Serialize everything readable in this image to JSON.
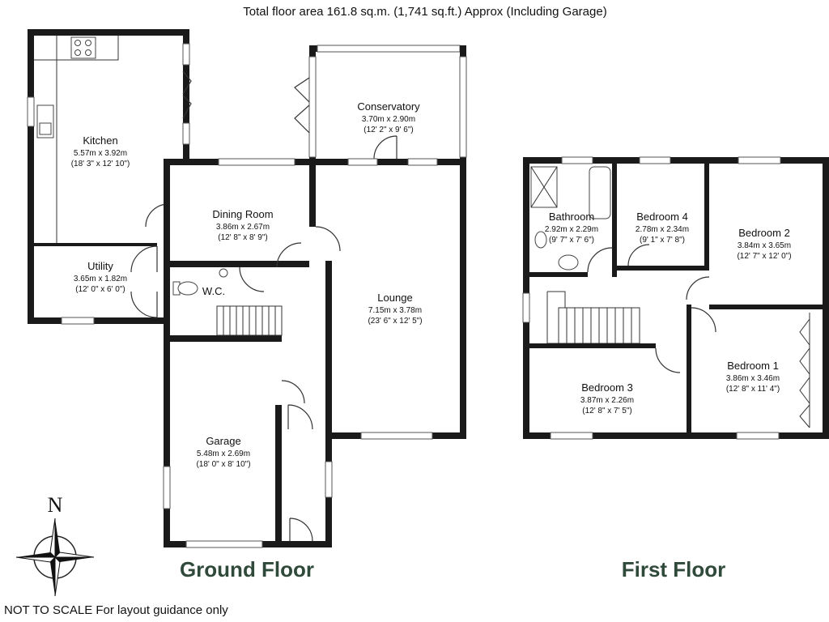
{
  "header": "Total floor area 161.8 sq.m. (1,741 sq.ft.) Approx (Including Garage)",
  "footer": "NOT TO SCALE For layout guidance only",
  "compass": {
    "letter": "N"
  },
  "ground_floor": {
    "title": "Ground Floor",
    "rooms": {
      "kitchen": {
        "name": "Kitchen",
        "metric": "5.57m x 3.92m",
        "imperial": "(18' 3\" x 12' 10\")"
      },
      "utility": {
        "name": "Utility",
        "metric": "3.65m x 1.82m",
        "imperial": "(12' 0\" x 6' 0\")"
      },
      "conservatory": {
        "name": "Conservatory",
        "metric": "3.70m x 2.90m",
        "imperial": "(12' 2\" x 9' 6\")"
      },
      "dining": {
        "name": "Dining Room",
        "metric": "3.86m x 2.67m",
        "imperial": "(12' 8\" x 8' 9\")"
      },
      "wc": {
        "name": "W.C."
      },
      "lounge": {
        "name": "Lounge",
        "metric": "7.15m x 3.78m",
        "imperial": "(23' 6\" x 12' 5\")"
      },
      "garage": {
        "name": "Garage",
        "metric": "5.48m x 2.69m",
        "imperial": "(18' 0\" x 8' 10\")"
      }
    }
  },
  "first_floor": {
    "title": "First Floor",
    "rooms": {
      "bathroom": {
        "name": "Bathroom",
        "metric": "2.92m x 2.29m",
        "imperial": "(9' 7\" x 7' 6\")"
      },
      "bedroom4": {
        "name": "Bedroom 4",
        "metric": "2.78m x 2.34m",
        "imperial": "(9' 1\" x 7' 8\")"
      },
      "bedroom2": {
        "name": "Bedroom 2",
        "metric": "3.84m x 3.65m",
        "imperial": "(12' 7\" x 12' 0\")"
      },
      "bedroom3": {
        "name": "Bedroom 3",
        "metric": "3.87m x 2.26m",
        "imperial": "(12' 8\" x 7' 5\")"
      },
      "bedroom1": {
        "name": "Bedroom 1",
        "metric": "3.86m x 3.46m",
        "imperial": "(12' 8\" x 11' 4\")"
      }
    }
  }
}
